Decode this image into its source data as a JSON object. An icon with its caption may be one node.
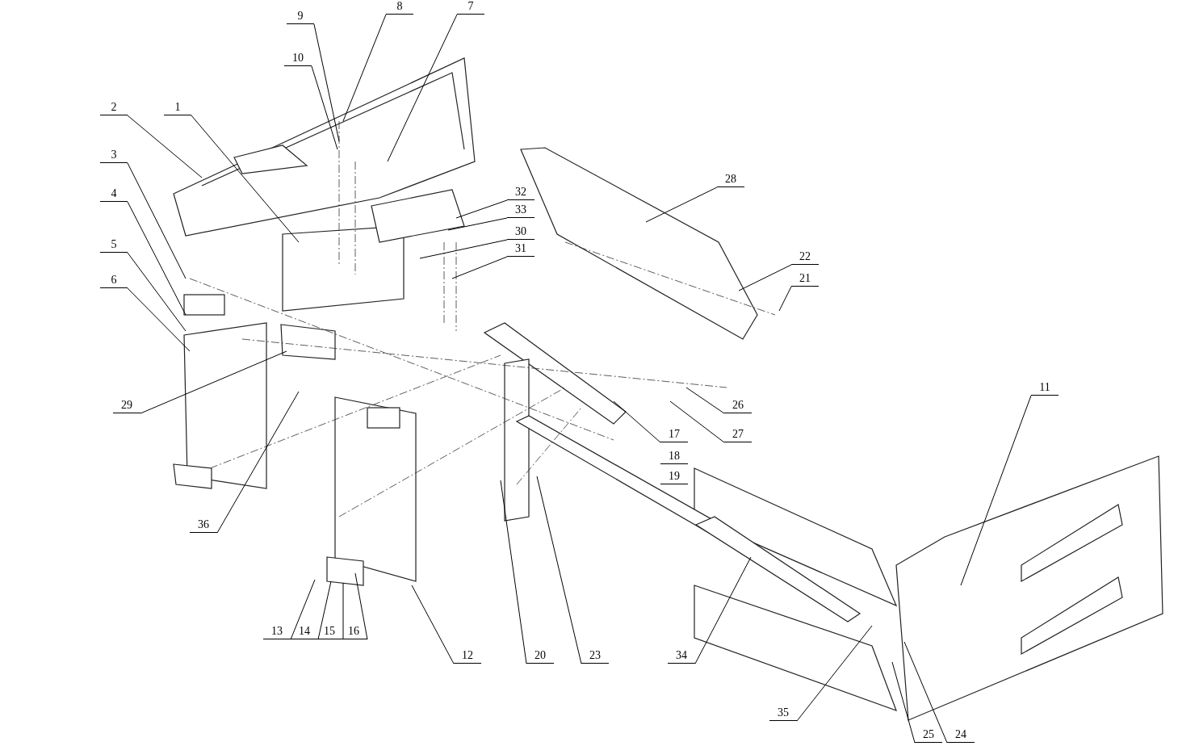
{
  "diagram": {
    "nodes": [
      {
        "text": [
          "8"
        ]
      },
      {
        "text": [
          "7"
        ]
      },
      {
        "text": [
          "9"
        ]
      },
      {
        "text": [
          "10"
        ]
      },
      {
        "text": [
          "2"
        ]
      },
      {
        "text": [
          "1"
        ]
      },
      {
        "text": [
          "3"
        ]
      },
      {
        "text": [
          "28"
        ]
      },
      {
        "text": [
          "32"
        ]
      },
      {
        "text": [
          "4"
        ]
      },
      {
        "text": [
          "33"
        ]
      },
      {
        "text": [
          "30"
        ]
      },
      {
        "text": [
          "5"
        ]
      },
      {
        "text": [
          "31"
        ]
      },
      {
        "text": [
          "22"
        ]
      },
      {
        "text": [
          "21"
        ]
      },
      {
        "text": [
          "6"
        ]
      },
      {
        "text": [
          "11"
        ]
      },
      {
        "text": [
          "29"
        ]
      },
      {
        "text": [
          "26"
        ]
      },
      {
        "text": [
          "17"
        ]
      },
      {
        "text": [
          "27"
        ]
      },
      {
        "text": [
          "36"
        ]
      },
      {
        "text": [
          "13"
        ]
      },
      {
        "text": [
          "14"
        ]
      },
      {
        "text": [
          "15"
        ]
      },
      {
        "text": [
          "16"
        ]
      },
      {
        "text": [
          "12"
        ]
      },
      {
        "text": [
          "20"
        ]
      },
      {
        "text": [
          "23"
        ]
      },
      {
        "text": [
          "34"
        ]
      },
      {
        "text": [
          "35"
        ]
      },
      {
        "text": [
          "25"
        ]
      },
      {
        "text": [
          "24"
        ]
      }
    ],
    "edges": [
      {
        "from": 0,
        "to": null,
        "arrow": "none"
      },
      {
        "from": 1,
        "to": null,
        "arrow": "none"
      },
      {
        "from": 2,
        "to": null,
        "arrow": "none"
      },
      {
        "from": 3,
        "to": null,
        "arrow": "none"
      },
      {
        "from": 4,
        "to": null,
        "arrow": "none"
      },
      {
        "from": 5,
        "to": null,
        "arrow": "none"
      },
      {
        "from": 6,
        "to": null,
        "arrow": "none"
      },
      {
        "from": 7,
        "to": null,
        "arrow": "none"
      },
      {
        "from": 8,
        "to": null,
        "arrow": "none"
      },
      {
        "from": 9,
        "to": null,
        "arrow": "none"
      },
      {
        "from": 10,
        "to": null,
        "arrow": "none"
      },
      {
        "from": 11,
        "to": null,
        "arrow": "none"
      },
      {
        "from": 12,
        "to": null,
        "arrow": "none"
      },
      {
        "from": 13,
        "to": null,
        "arrow": "none"
      },
      {
        "from": 14,
        "to": null,
        "arrow": "none"
      },
      {
        "from": 15,
        "to": null,
        "arrow": "none"
      },
      {
        "from": 16,
        "to": null,
        "arrow": "none"
      },
      {
        "from": 17,
        "to": null,
        "arrow": "none"
      },
      {
        "from": 18,
        "to": null,
        "arrow": "none"
      },
      {
        "from": 19,
        "to": null,
        "arrow": "none"
      },
      {
        "from": 20,
        "to": null,
        "arrow": "none"
      },
      {
        "from": 21,
        "to": null,
        "arrow": "none"
      },
      {
        "from": 22,
        "to": null,
        "arrow": "none"
      },
      {
        "from": 23,
        "to": null,
        "arrow": "none"
      },
      {
        "from": 24,
        "to": null,
        "arrow": "none"
      },
      {
        "from": 25,
        "to": null,
        "arrow": "none"
      },
      {
        "from": 26,
        "to": null,
        "arrow": "none"
      },
      {
        "from": 27,
        "to": null,
        "arrow": "none"
      },
      {
        "from": 28,
        "to": null,
        "arrow": "none"
      },
      {
        "from": 29,
        "to": null,
        "arrow": "none"
      },
      {
        "from": 30,
        "to": null,
        "arrow": "none"
      },
      {
        "from": 31,
        "to": null,
        "arrow": "none"
      },
      {
        "from": 32,
        "to": null,
        "arrow": "none"
      },
      {
        "from": 33,
        "to": null,
        "arrow": "none"
      }
    ],
    "labels": [
      "18",
      "19"
    ]
  }
}
